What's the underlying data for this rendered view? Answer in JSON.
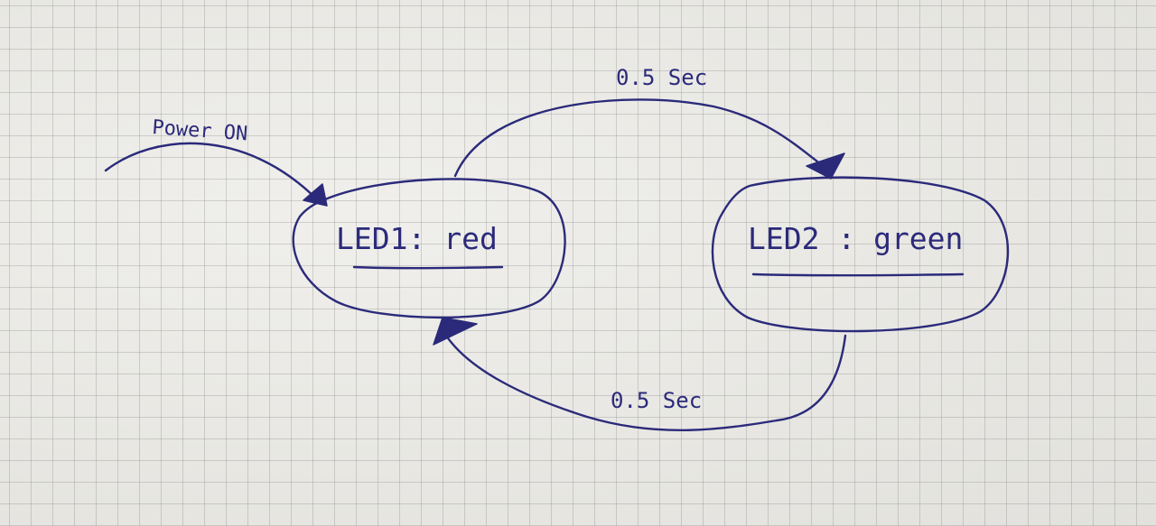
{
  "colors": {
    "ink": "#2b2a7a",
    "paper": "#ebeae5",
    "grid": "#9a9a9a"
  },
  "diagram": {
    "type": "state-machine",
    "initial_transition": {
      "label": "Power ON",
      "to": "state_led1"
    },
    "states": [
      {
        "id": "state_led1",
        "label": "LED1: red"
      },
      {
        "id": "state_led2",
        "label": "LED2 : green"
      }
    ],
    "transitions": [
      {
        "from": "state_led1",
        "to": "state_led2",
        "label": "0.5 Sec"
      },
      {
        "from": "state_led2",
        "to": "state_led1",
        "label": "0.5 Sec"
      }
    ]
  }
}
